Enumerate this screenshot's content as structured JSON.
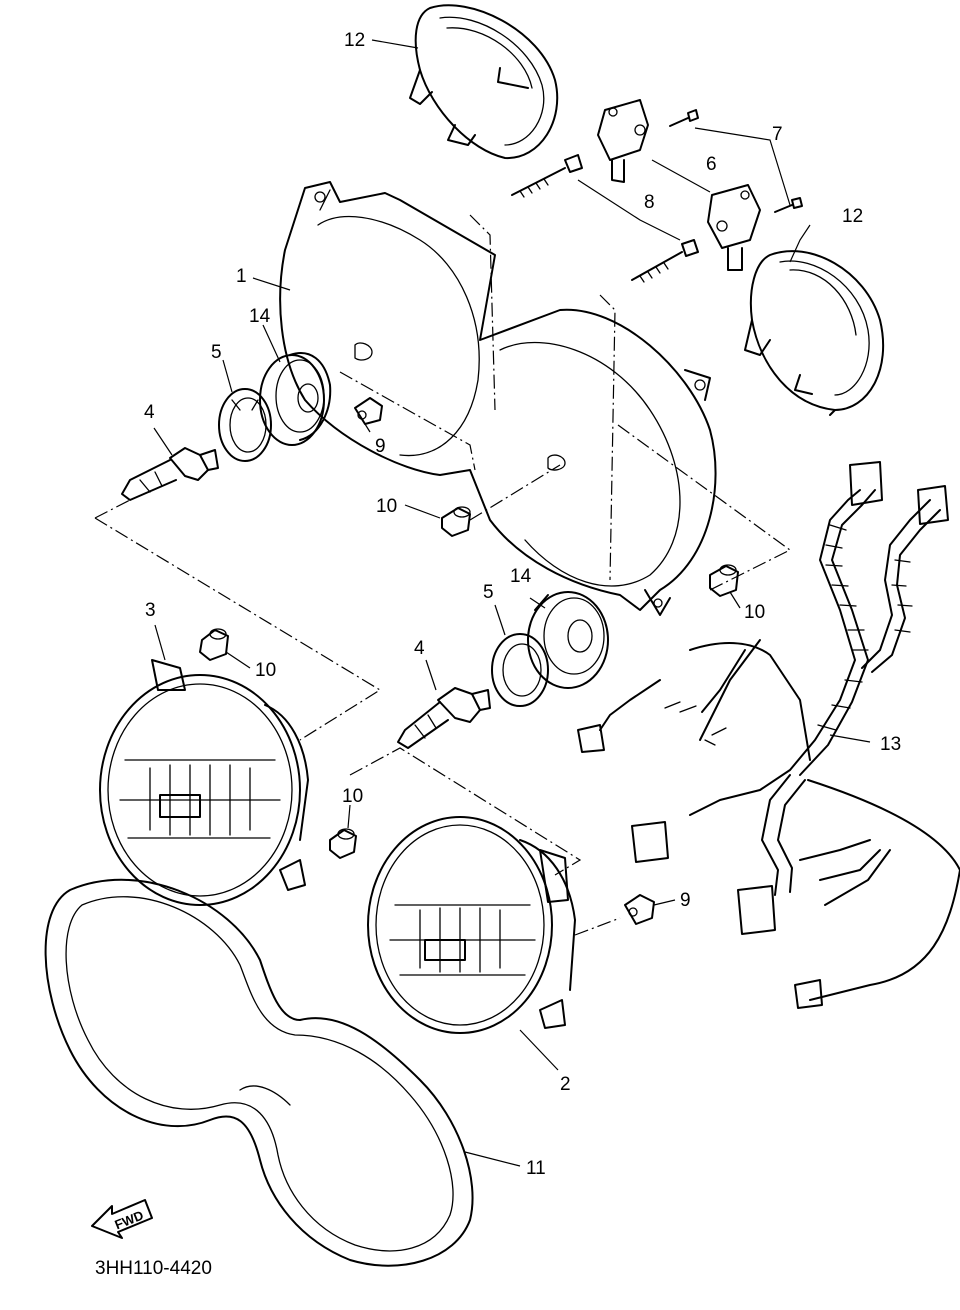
{
  "diagram": {
    "code": "3HH110-4420",
    "fwd_label": "FWD"
  },
  "callouts": [
    {
      "id": "12a",
      "label": "12"
    },
    {
      "id": "7",
      "label": "7"
    },
    {
      "id": "6",
      "label": "6"
    },
    {
      "id": "8",
      "label": "8"
    },
    {
      "id": "12b",
      "label": "12"
    },
    {
      "id": "1",
      "label": "1"
    },
    {
      "id": "14a",
      "label": "14"
    },
    {
      "id": "5a",
      "label": "5"
    },
    {
      "id": "4a",
      "label": "4"
    },
    {
      "id": "9a",
      "label": "9"
    },
    {
      "id": "10a",
      "label": "10"
    },
    {
      "id": "10b",
      "label": "10"
    },
    {
      "id": "3",
      "label": "3"
    },
    {
      "id": "10c",
      "label": "10"
    },
    {
      "id": "14b",
      "label": "14"
    },
    {
      "id": "5b",
      "label": "5"
    },
    {
      "id": "4b",
      "label": "4"
    },
    {
      "id": "13",
      "label": "13"
    },
    {
      "id": "10d",
      "label": "10"
    },
    {
      "id": "9b",
      "label": "9"
    },
    {
      "id": "2",
      "label": "2"
    },
    {
      "id": "11",
      "label": "11"
    }
  ]
}
